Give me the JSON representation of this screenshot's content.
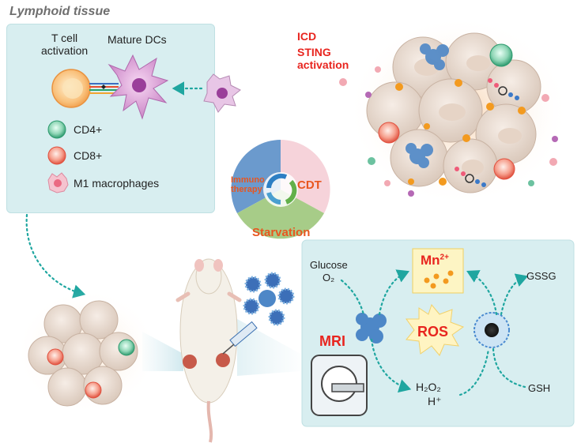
{
  "lymphoid": {
    "title": "Lymphoid tissue",
    "t_cell_activation": [
      "T cell",
      "activation"
    ],
    "mature_dcs": "Mature DCs",
    "legend": [
      {
        "label": "CD4+",
        "color": "#3aa37a"
      },
      {
        "label": "CD8+",
        "color": "#f06a5a"
      },
      {
        "label": "M1 macrophages",
        "color": "#ee8aa0"
      }
    ]
  },
  "tumor": {
    "icd": "ICD",
    "sting": [
      "STING",
      "activation"
    ],
    "label_color": "#e8251f"
  },
  "cycle": {
    "immunotherapy": [
      "Immuno",
      "therapy"
    ],
    "cdt": "CDT",
    "starvation": "Starvation",
    "colors": {
      "immuno": "#5b8fc8",
      "cdt": "#f3c3cc",
      "starvation": "#8cb86a"
    }
  },
  "mechanism": {
    "glucose": "Glucose",
    "o2": "O₂",
    "mn": "Mn",
    "mn_sup": "2+",
    "gssg": "GSSG",
    "ros": "ROS",
    "mri": "MRI",
    "h2o2": "H₂O₂",
    "h_plus": "H⁺",
    "gsh": "GSH"
  },
  "colors": {
    "panel_fill": "#d8eef0",
    "arrow_teal": "#1fa6a0",
    "red_text": "#e8251f",
    "orange_text": "#e8561f"
  }
}
